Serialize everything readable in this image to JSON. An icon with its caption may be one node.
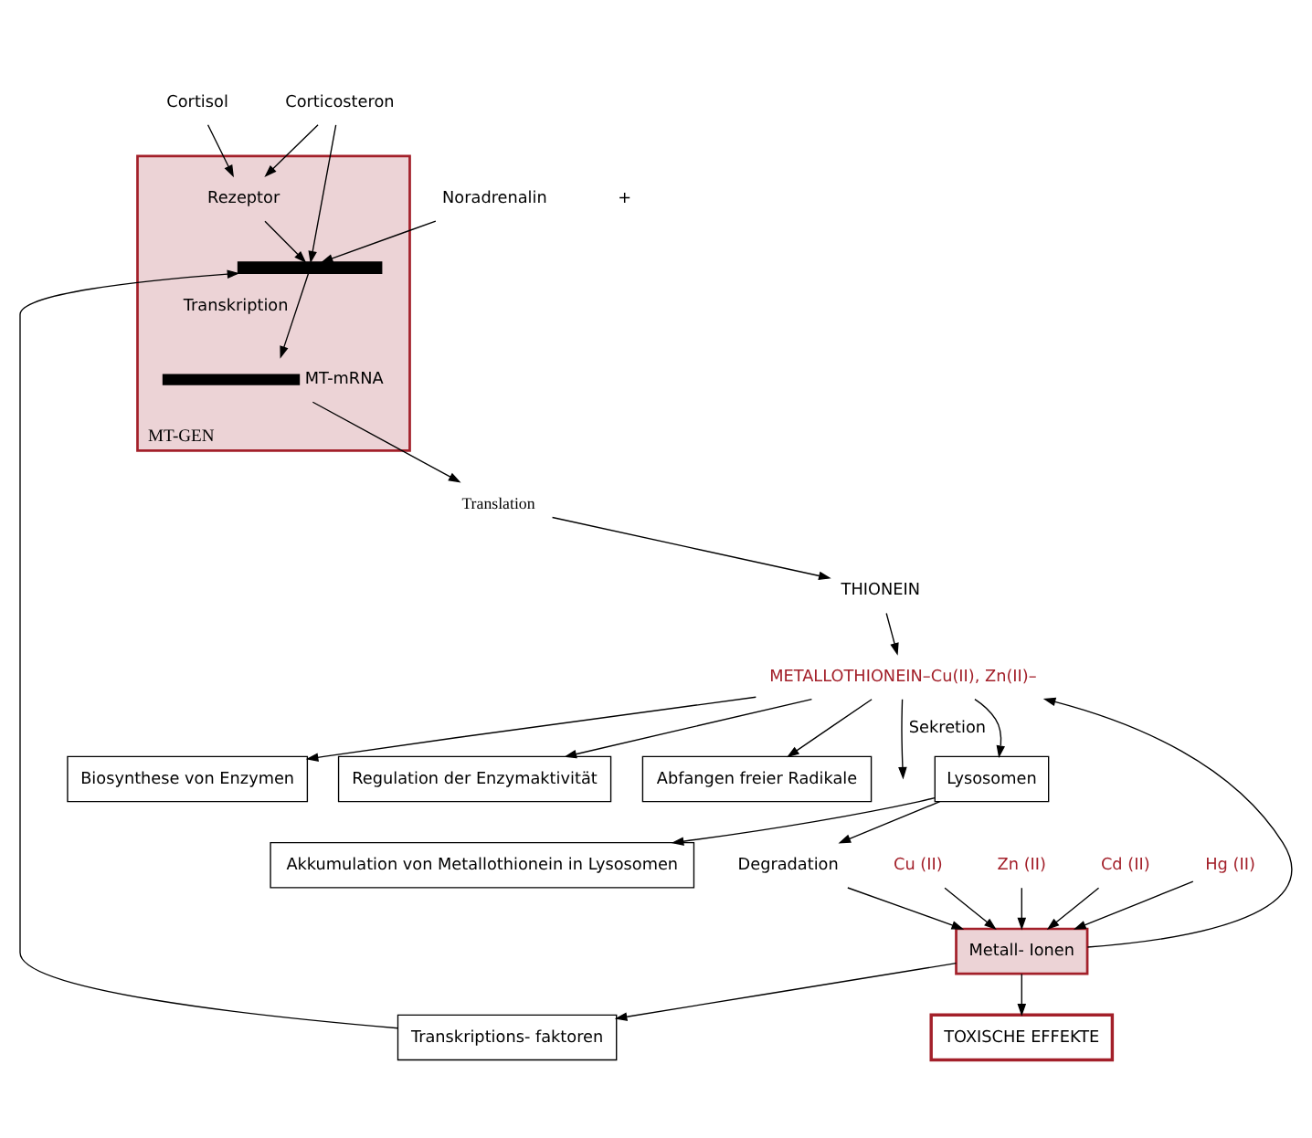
{
  "diagram": {
    "nodes": [
      {
        "text": [
          "Cortisol"
        ]
      },
      {
        "text": [
          "Corticosteron"
        ]
      },
      {
        "text": [
          "Noradrenalin"
        ]
      },
      {
        "text": [
          "MT-GEN"
        ]
      },
      {
        "text": [
          "Rezeptor"
        ],
        "in": 3
      },
      {
        "text": [],
        "shape": "bar",
        "in": 3
      },
      {
        "text": [],
        "shape": "bar",
        "in": 3,
        "beside": [
          "MT-mRNA"
        ]
      },
      {
        "text": [
          "Transkriptions- faktoren"
        ]
      },
      {
        "text": [
          "Cu (II)"
        ]
      },
      {
        "text": [
          "Zn (II)"
        ]
      },
      {
        "text": [
          "Cd (II)"
        ]
      },
      {
        "text": [
          "Hg (II)"
        ]
      },
      {
        "text": [
          "Metall- Ionen"
        ]
      },
      {
        "text": [
          "TOXISCHE EFFEKTE"
        ]
      },
      {
        "text": [
          "Translation"
        ]
      },
      {
        "text": [
          "THIONEIN"
        ]
      },
      {
        "text": [
          "Degradation"
        ]
      },
      {
        "text": [
          "METALLOTHIONEIN–Cu(II), Zn(II)–"
        ]
      },
      {
        "text": [
          "Lysosomen"
        ]
      },
      {
        "text": [
          "Akkumulation von Metallothionein in Lysosomen"
        ]
      },
      {
        "text": [
          "Biosynthese von Enzymen"
        ]
      },
      {
        "text": [
          "Regulation der Enzymaktivität"
        ]
      },
      {
        "text": [
          "Abfangen freier Radikale"
        ]
      }
    ],
    "edges": [
      {
        "from": 0,
        "to": 4,
        "arrow": "to"
      },
      {
        "from": 1,
        "to": 4,
        "arrow": "to"
      },
      {
        "from": 1,
        "to": 5,
        "arrow": "to"
      },
      {
        "from": 2,
        "to": 5,
        "arrow": "to"
      },
      {
        "from": 4,
        "to": 5,
        "arrow": "to"
      },
      {
        "from": 7,
        "to": 5,
        "arrow": "to"
      },
      {
        "from": 5,
        "to": 6,
        "arrow": "to",
        "label": "Transkription"
      },
      {
        "from": 6,
        "to": 14,
        "arrow": "to"
      },
      {
        "from": 14,
        "to": 15,
        "arrow": "to"
      },
      {
        "from": 8,
        "to": 12,
        "arrow": "to"
      },
      {
        "from": 9,
        "to": 12,
        "arrow": "to"
      },
      {
        "from": 10,
        "to": 12,
        "arrow": "to"
      },
      {
        "from": 11,
        "to": 12,
        "arrow": "to"
      },
      {
        "from": 12,
        "to": 13,
        "arrow": "to"
      },
      {
        "from": 12,
        "to": 7,
        "arrow": "to"
      },
      {
        "from": 12,
        "to": 17,
        "arrow": "to"
      },
      {
        "from": 15,
        "to": 17,
        "arrow": "to"
      },
      {
        "from": 17,
        "to": 18,
        "arrow": "to"
      },
      {
        "from": 18,
        "to": 16,
        "arrow": "to"
      },
      {
        "from": 16,
        "to": 12,
        "arrow": "to"
      },
      {
        "from": 18,
        "to": 19,
        "arrow": "to"
      },
      {
        "from": 17,
        "to": 20,
        "arrow": "to"
      },
      {
        "from": 17,
        "to": 21,
        "arrow": "to"
      },
      {
        "from": 17,
        "to": 22,
        "arrow": "to"
      },
      {
        "from": 17,
        "to": null,
        "arrow": "to",
        "label": "Sekretion"
      }
    ],
    "labels": [
      "+"
    ]
  }
}
